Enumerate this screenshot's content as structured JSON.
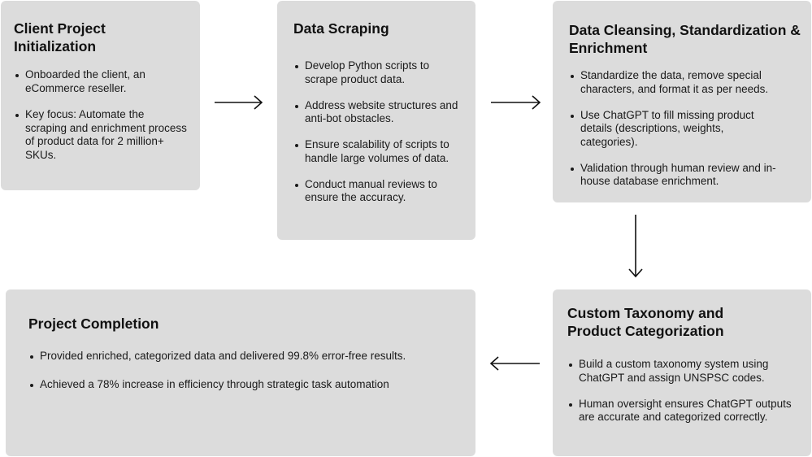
{
  "steps": [
    {
      "title": "Client Project Initialization",
      "bullets": [
        "Onboarded the client, an eCommerce reseller.",
        "Key focus: Automate the scraping and enrichment process of product data for 2 million+ SKUs."
      ]
    },
    {
      "title": "Data Scraping",
      "bullets": [
        "Develop Python scripts to scrape product data.",
        "Address website structures and anti-bot obstacles.",
        "Ensure scalability of scripts to handle large volumes of data.",
        "Conduct manual reviews to ensure the accuracy."
      ]
    },
    {
      "title": "Data Cleansing, Standardization & Enrichment",
      "bullets": [
        "Standardize the data, remove special characters, and format it as per needs.",
        "Use ChatGPT to fill missing product details (descriptions, weights, categories).",
        "Validation through human review and in-house database enrichment."
      ]
    },
    {
      "title": "Custom Taxonomy and Product Categorization",
      "bullets": [
        "Build a custom taxonomy system using ChatGPT and assign UNSPSC codes.",
        "Human oversight ensures ChatGPT outputs are accurate and categorized correctly."
      ]
    },
    {
      "title": "Project Completion",
      "bullets": [
        "Provided enriched, categorized data and delivered 99.8% error-free results.",
        "Achieved a 78% increase in efficiency through strategic task automation"
      ]
    }
  ],
  "colors": {
    "card_background": "#dcdcdc",
    "text": "#111111",
    "arrow": "#111111"
  }
}
